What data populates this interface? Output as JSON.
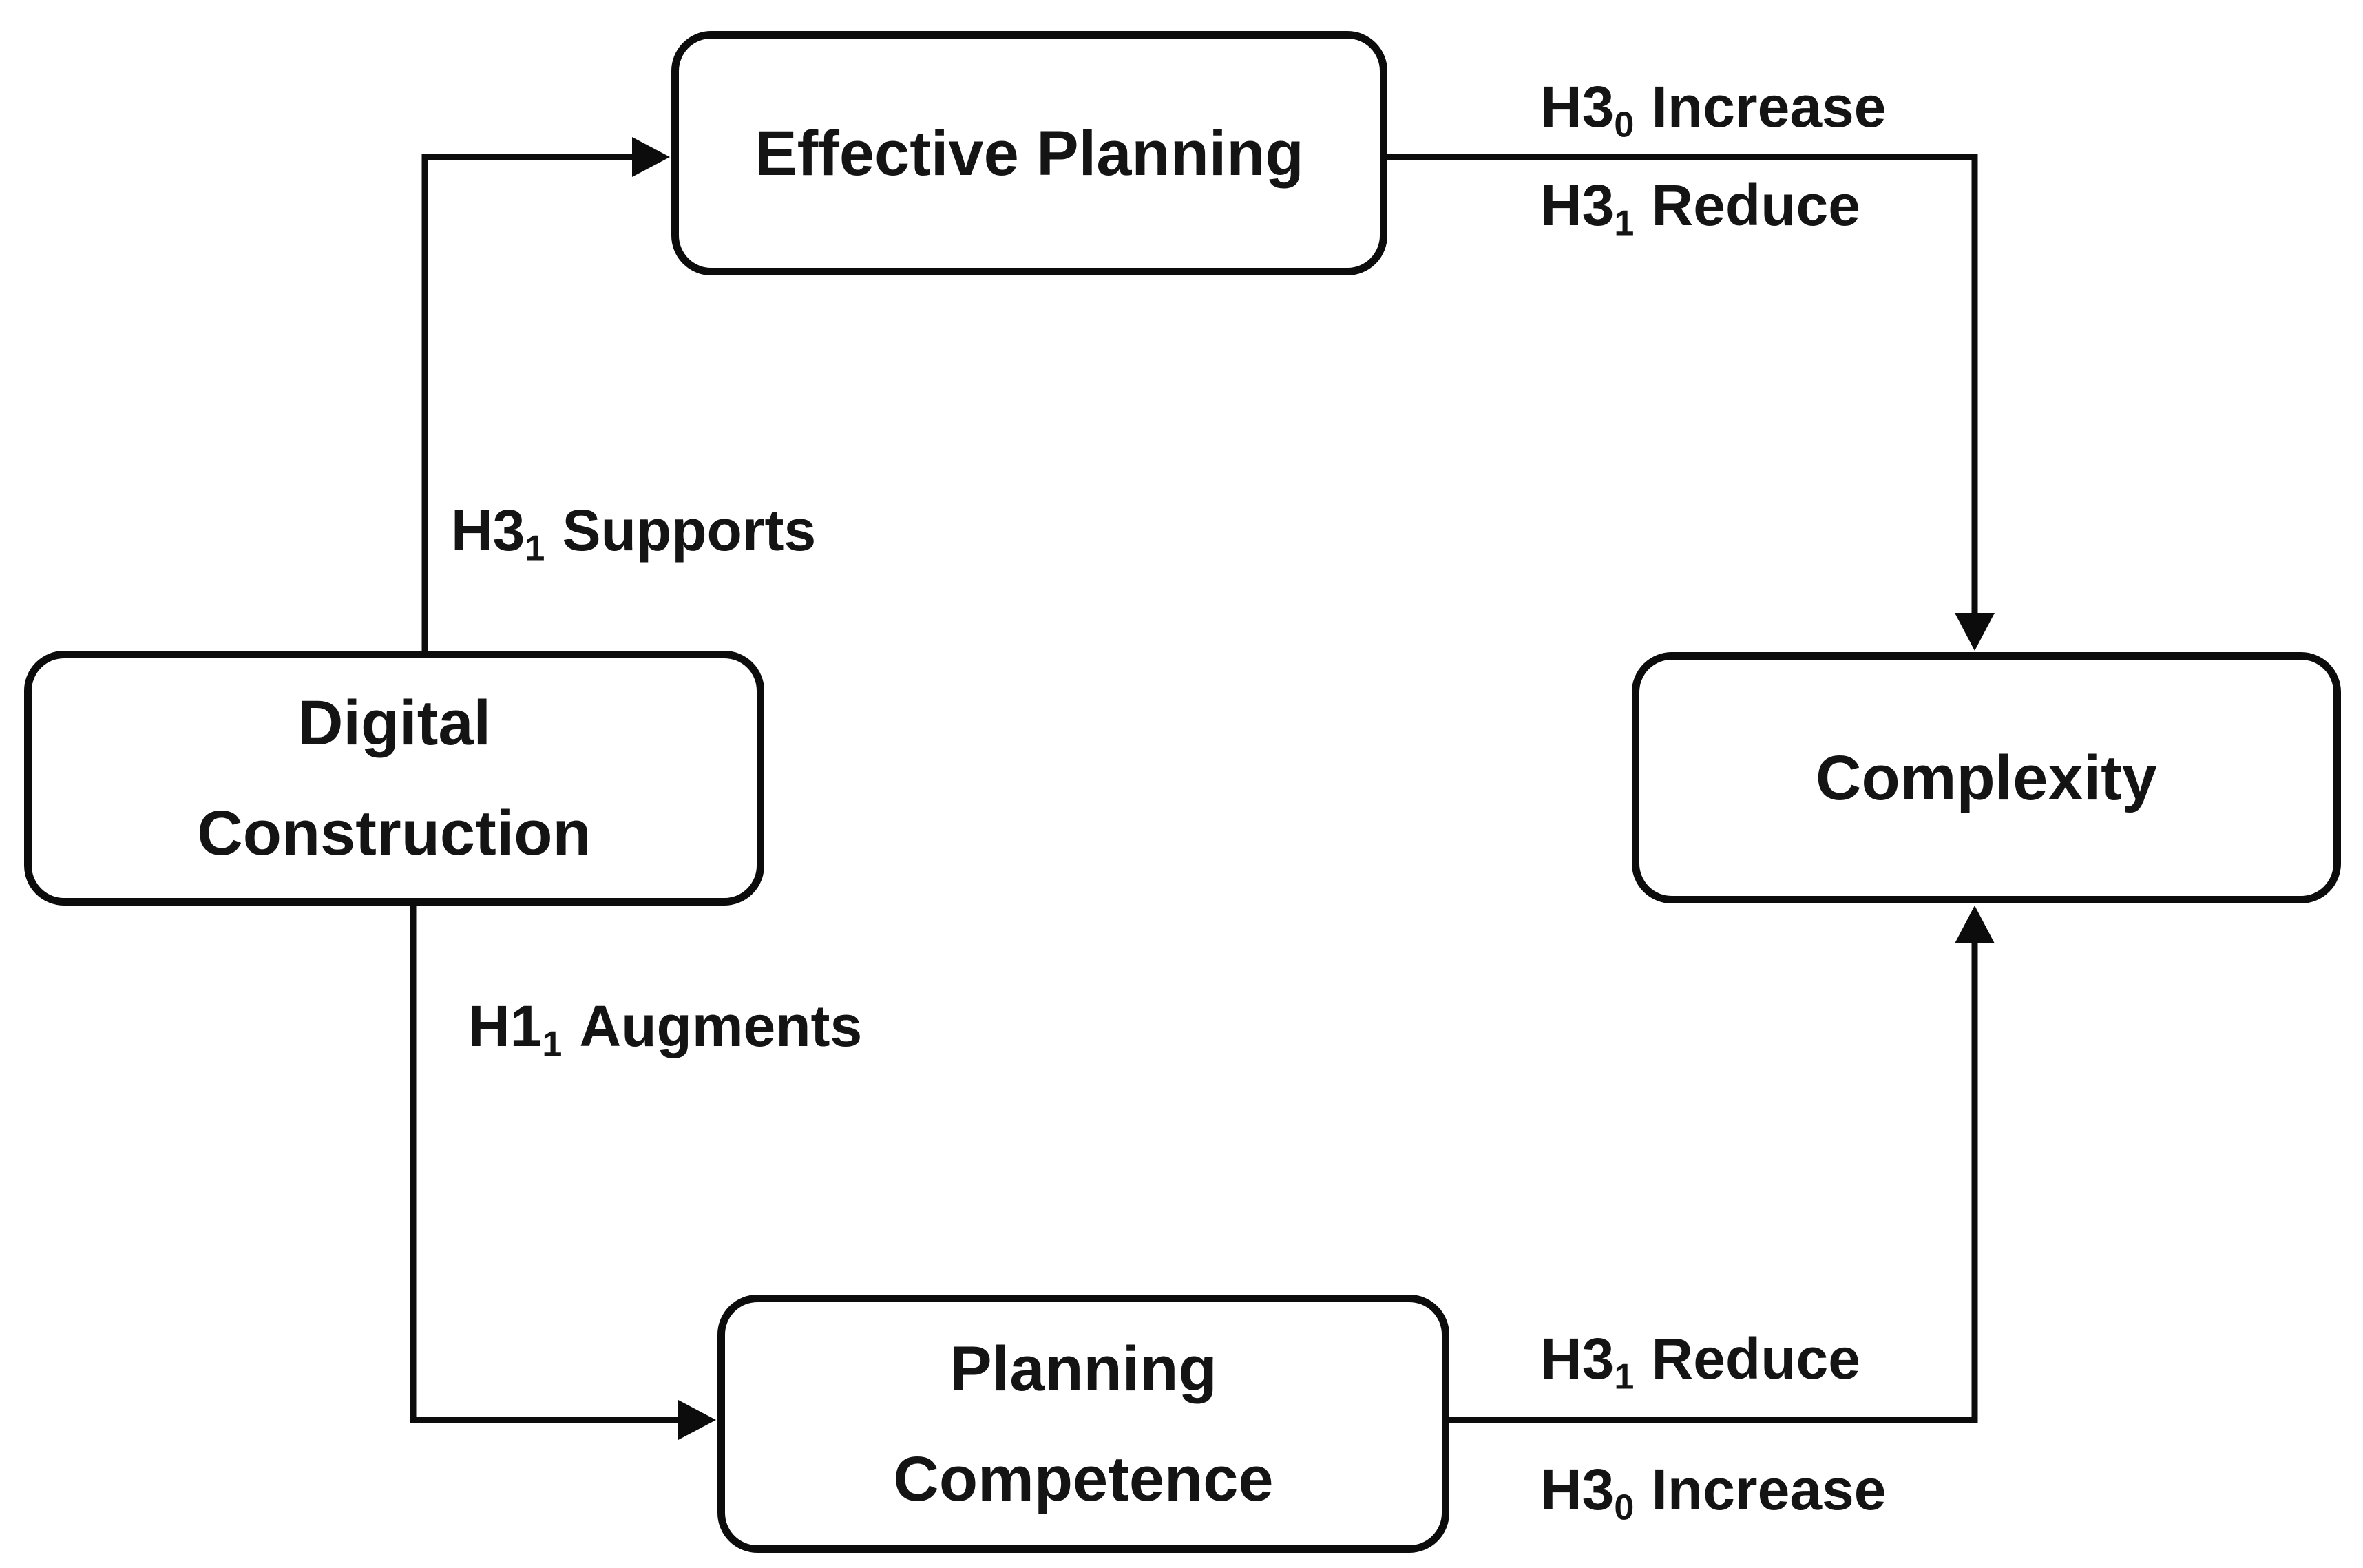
{
  "diagram": {
    "nodes": {
      "effective_planning": {
        "label": "Effective Planning"
      },
      "digital_construction": {
        "label": "Digital\nConstruction"
      },
      "complexity": {
        "label": "Complexity"
      },
      "planning_competence": {
        "label": "Planning\nCompetence"
      }
    },
    "edges": {
      "dc_to_ep": {
        "hypothesis": "H3",
        "sub": "1",
        "effect": "Supports"
      },
      "dc_to_pc": {
        "hypothesis": "H1",
        "sub": "1",
        "effect": "Augments"
      },
      "ep_to_complexity": {
        "labels": [
          {
            "hypothesis": "H3",
            "sub": "0",
            "effect": "Increase"
          },
          {
            "hypothesis": "H3",
            "sub": "1",
            "effect": "Reduce"
          }
        ]
      },
      "pc_to_complexity": {
        "labels": [
          {
            "hypothesis": "H3",
            "sub": "1",
            "effect": "Reduce"
          },
          {
            "hypothesis": "H3",
            "sub": "0",
            "effect": "Increase"
          }
        ]
      }
    },
    "colors": {
      "line": "#0c0c0c",
      "node_border": "#0c0c0c",
      "text": "#141414",
      "background": "#ffffff"
    }
  }
}
